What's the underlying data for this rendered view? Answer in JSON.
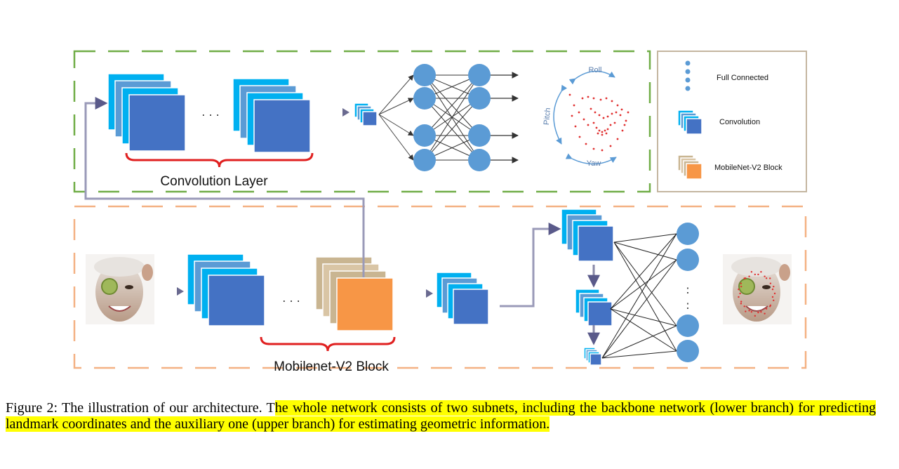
{
  "figure": {
    "upper_branch_label": "Convolution Layer",
    "lower_branch_label": "Mobilenet-V2 Block",
    "ellipsis": ". . .",
    "vertical_ellipsis": ":",
    "angle_labels": {
      "roll": "Roll",
      "pitch": "Pitch",
      "yaw": "Yaw"
    },
    "legend": {
      "full_connected": "Full Connected",
      "convolution": "Convolution",
      "mobilenet": "MobileNet-V2 Block"
    },
    "colors": {
      "upper_border": "#70ad47",
      "lower_border": "#f4b183",
      "legend_border": "#c4b6a0",
      "conv_front": "#4472c4",
      "conv_layer_cyan": "#00b0f0",
      "conv_layer_mid": "#5b9bd5",
      "mobilenet_front": "#f79646",
      "mobilenet_back": "#c9b591",
      "node": "#5b9bd5",
      "brace": "#e02020",
      "landmark": "#e03030",
      "skip_arrow": "#5a5a8a"
    },
    "icons": [
      "face-image-input",
      "face-image-output",
      "brace-icon",
      "arrow-icon"
    ]
  },
  "caption": {
    "prefix": "Figure 2: The illustration of our architecture. T",
    "highlight": "he whole network consists of two subnets, including the backbone network (lower branch) for predicting landmark coordinates and the auxiliary one (upper branch) for estimating geometric information."
  }
}
